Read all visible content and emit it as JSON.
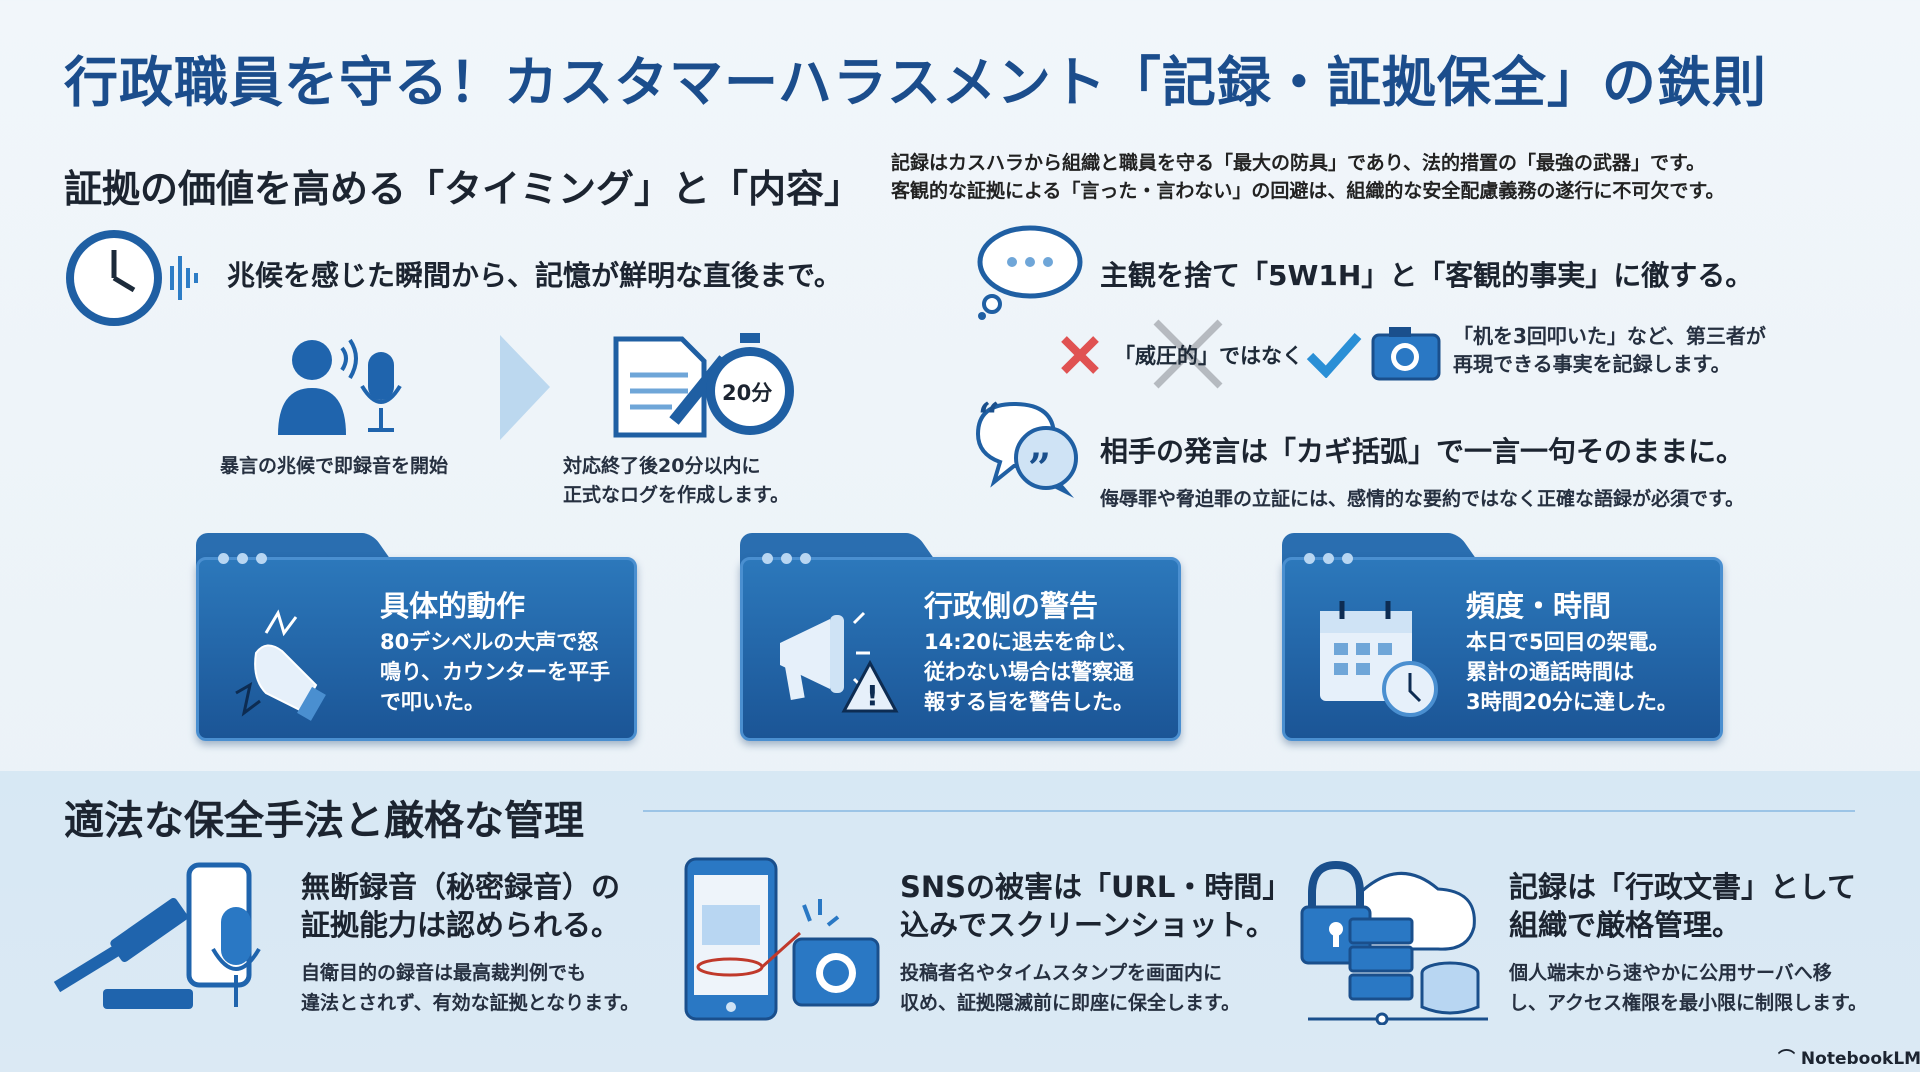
{
  "title": "行政職員を守る！カスタマーハラスメント「記録・証拠保全」の鉄則",
  "section1": {
    "heading": "証拠の価値を高める「タイミング」と「内容」",
    "lead": [
      "記録はカスハラから組織と職員を守る「最大の防具」であり、法的措置の「最強の武器」です。",
      "客観的な証拠による「言った・言わない」の回避は、組織的な安全配慮義務の遂行に不可欠です。"
    ],
    "timing": {
      "headline": "兆候を感じた瞬間から、記憶が鮮明な直後まで。",
      "step1": "暴言の兆候で即録音を開始",
      "step2": [
        "対応終了後20分以内に",
        "正式なログを作成します。"
      ],
      "timer_label": "20分"
    },
    "objective": {
      "headline": "主観を捨て「5W1H」と「客観的事実」に徹する。",
      "bad": "「威圧的」ではなく",
      "good": [
        "「机を3回叩いた」など、第三者が",
        "再現できる事実を記録します。"
      ]
    },
    "quote": {
      "headline": "相手の発言は「カギ括弧」で一言一句そのままに。",
      "sub": "侮辱罪や脅迫罪の立証には、感情的な要約ではなく正確な語録が必須です。"
    },
    "cards": [
      {
        "title": "具体的動作",
        "body": [
          "80デシベルの大声で怒",
          "鳴り、カウンターを平手",
          "で叩いた。"
        ]
      },
      {
        "title": "行政側の警告",
        "body": [
          "14:20に退去を命じ、",
          "従わない場合は警察通",
          "報する旨を警告した。"
        ]
      },
      {
        "title": "頻度・時間",
        "body": [
          "本日で5回目の架電。",
          "累計の通話時間は",
          "3時間20分に達した。"
        ]
      }
    ]
  },
  "section2": {
    "heading": "適法な保全手法と厳格な管理",
    "items": [
      {
        "title": [
          "無断録音（秘密録音）の",
          "証拠能力は認められる。"
        ],
        "body": [
          "自衛目的の録音は最高裁判例でも",
          "違法とされず、有効な証拠となります。"
        ]
      },
      {
        "title": [
          "SNSの被害は「URL・時間」",
          "込みでスクリーンショット。"
        ],
        "body": [
          "投稿者名やタイムスタンプを画面内に",
          "収め、証拠隠滅前に即座に保全します。"
        ]
      },
      {
        "title": [
          "記録は「行政文書」として",
          "組織で厳格管理。"
        ],
        "body": [
          "個人端末から速やかに公用サーバへ移",
          "し、アクセス権限を最小限に制限します。"
        ]
      }
    ]
  },
  "brand": "NotebookLM",
  "colors": {
    "primary": "#1b4d8c",
    "card": "#2a6eb0",
    "bad": "#e05252",
    "good": "#2a8fd6"
  }
}
